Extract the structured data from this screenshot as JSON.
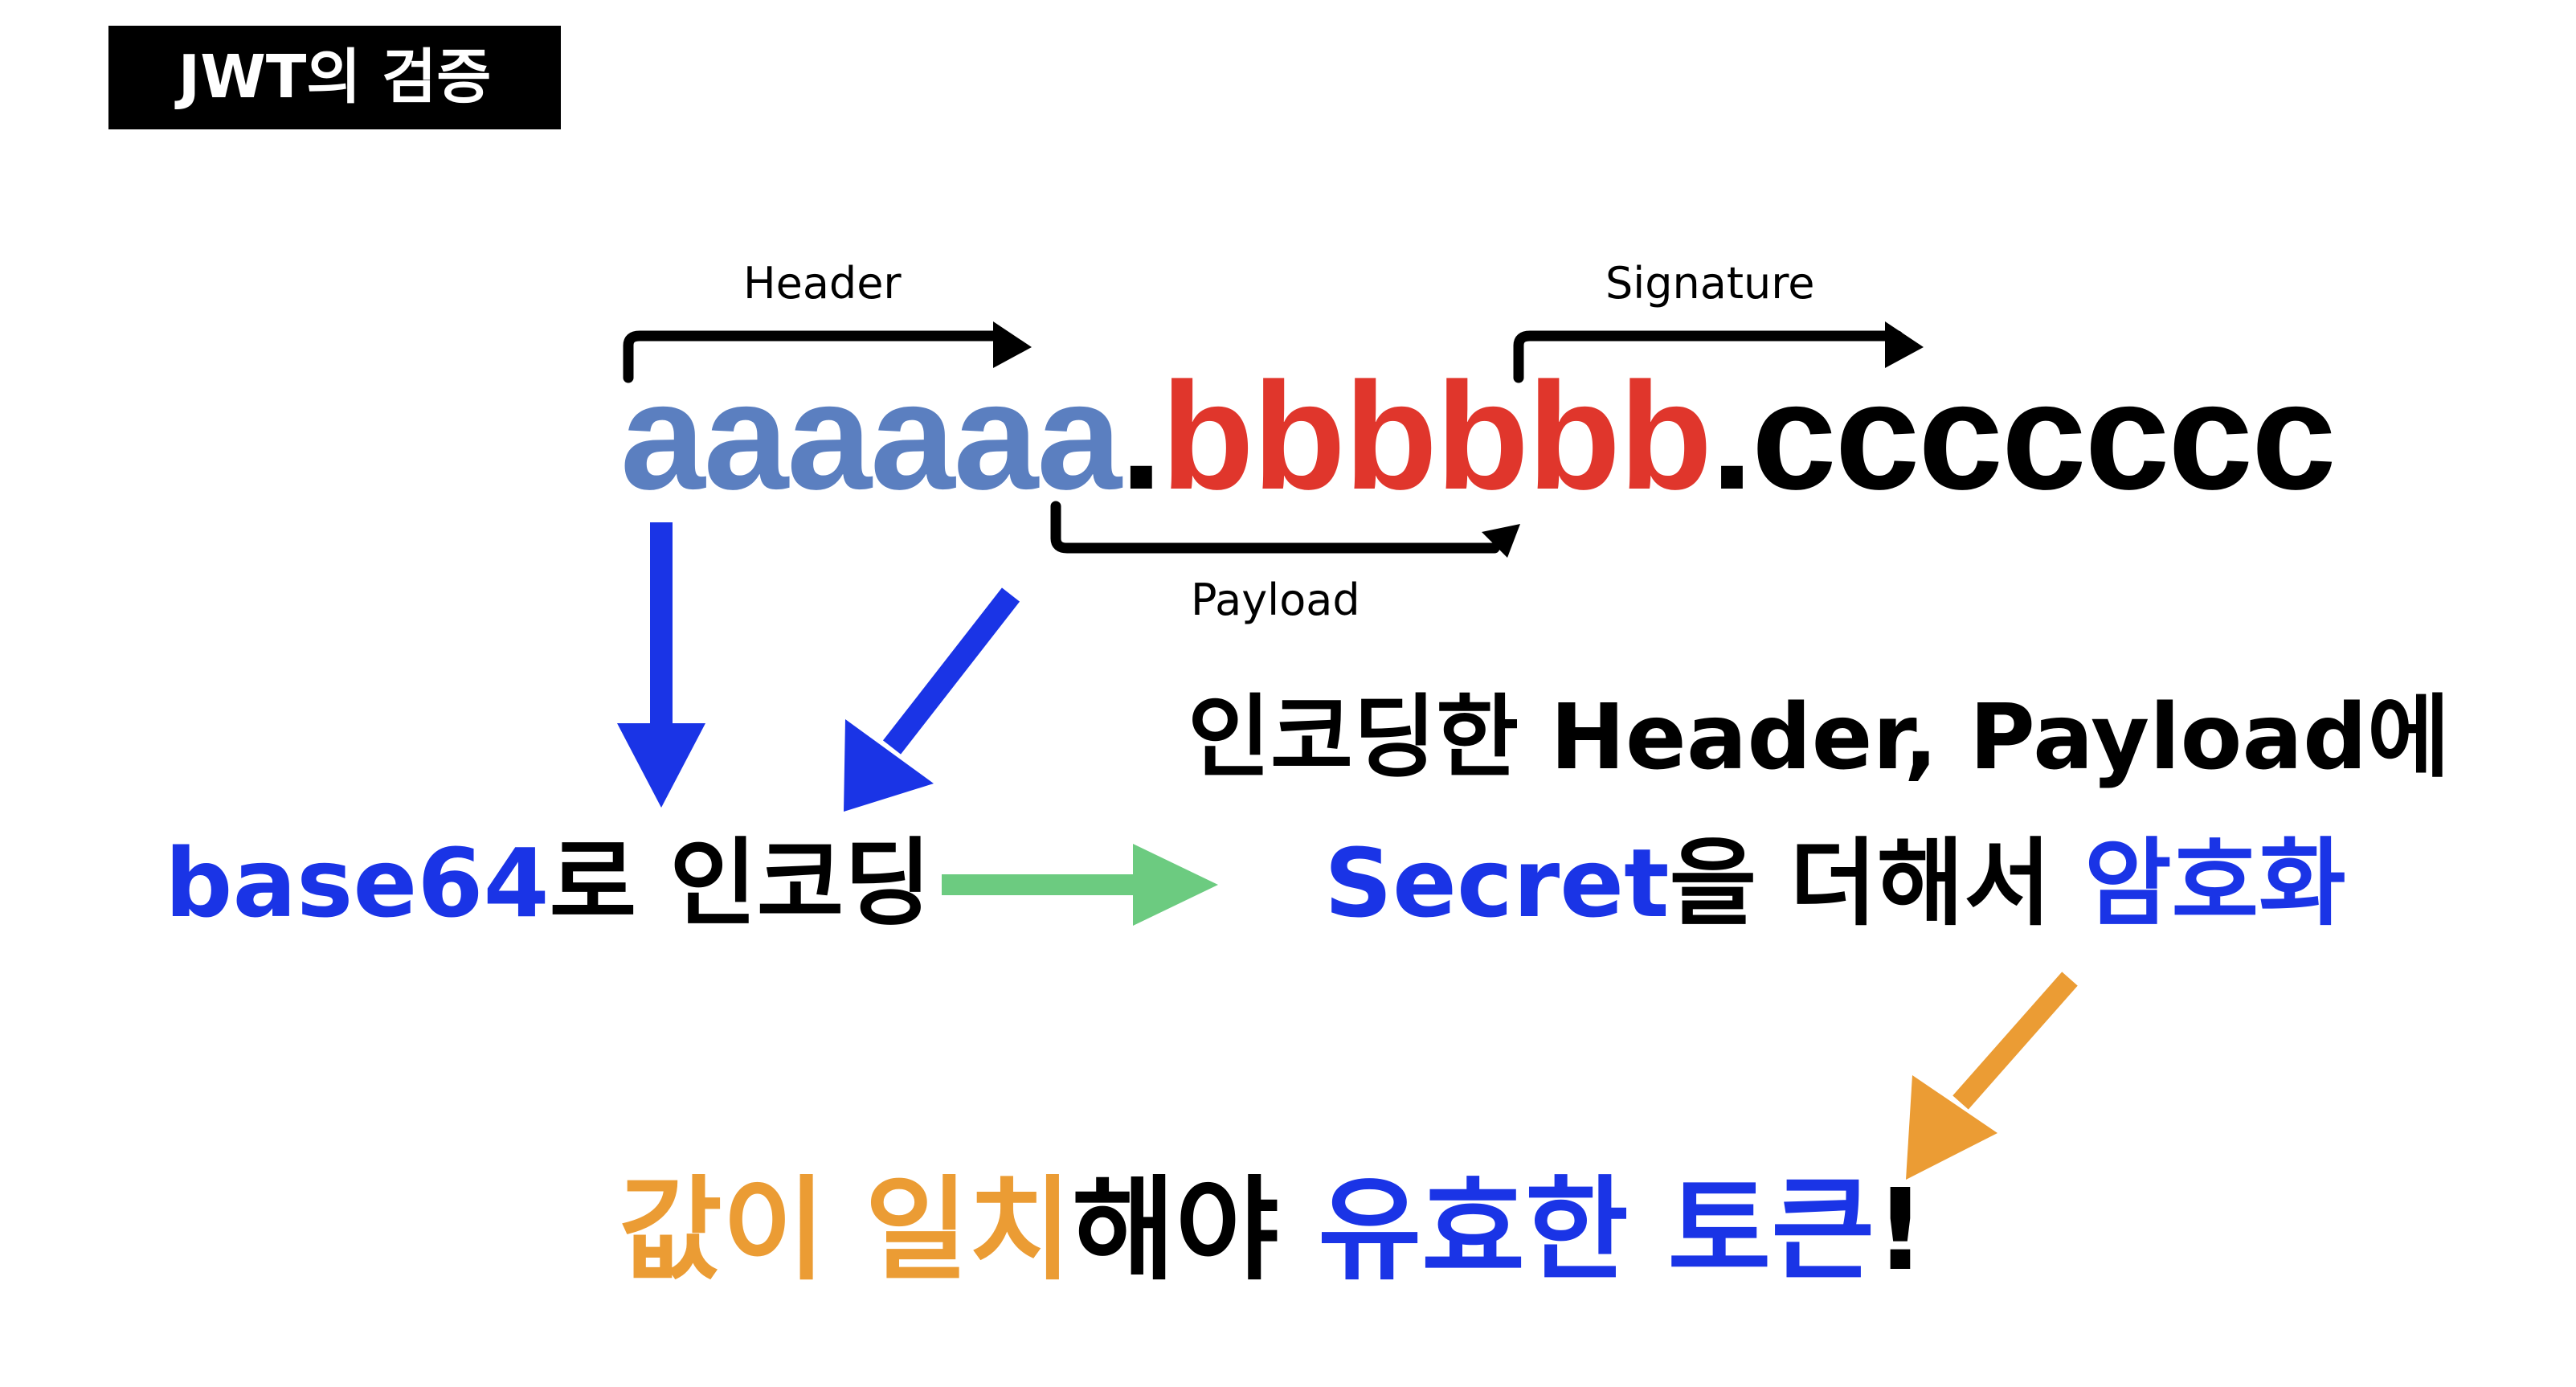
{
  "title": "JWT의 검증",
  "labels": {
    "header": "Header",
    "signature": "Signature",
    "payload": "Payload"
  },
  "token": {
    "header_part": "aaaaaa",
    "dot1": ".",
    "payload_part": "bbbbbb",
    "dot2": ".",
    "signature_part": "ccccccc"
  },
  "step_encode": {
    "highlight": "base64",
    "rest": "로 인코딩"
  },
  "step_sign": {
    "line1": "인코딩한 Header, Payload에",
    "secret": "Secret",
    "middle": "을 더해서 ",
    "encrypt": "암호화"
  },
  "conclusion": {
    "part1": "값이 일치",
    "part2": "해야 ",
    "part3": "유효한 토큰",
    "part4": "!"
  },
  "colors": {
    "header_token": "#5b7fc0",
    "payload_token": "#e0362c",
    "signature_token": "#000000",
    "accent_blue": "#1a34e6",
    "accent_orange": "#eb9c34",
    "arrow_green": "#6ccb80"
  }
}
